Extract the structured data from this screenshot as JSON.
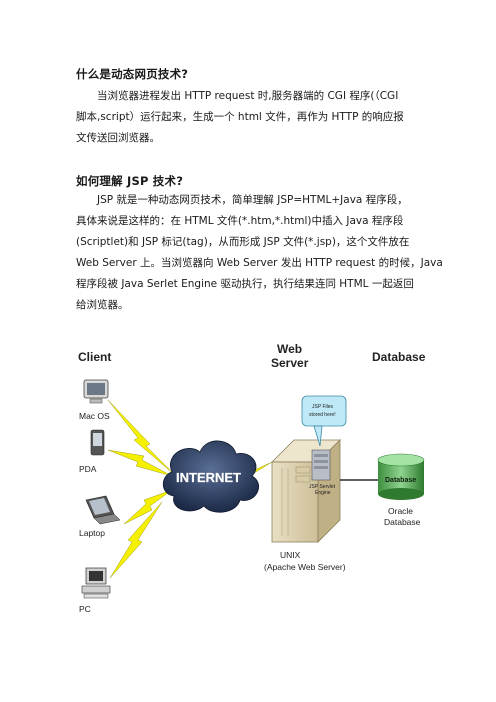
{
  "doc": {
    "heading1": "什么是动态网页技术?",
    "para1": [
      "当浏览器进程发出 HTTP request 时,服务器端的 CGI 程序(（CGI",
      "脚本,script）运行起来，生成一个 html 文件，再作为 HTTP 的响应报",
      "文传送回浏览器。"
    ],
    "heading2": "如何理解 JSP 技术?",
    "para2": [
      "JSP 就是一种动态网页技术，简单理解 JSP=HTML+Java 程序段，",
      "具体来说是这样的：在 HTML 文件(*.htm,*.html)中插入 Java 程序段",
      "(Scriptlet)和 JSP 标记(tag)，从而形成 JSP 文件(*.jsp)，这个文件放在",
      "Web Server 上。当浏览器向 Web Server 发出 HTTP request 的时候，Java",
      "程序段被 Java Serlet Engine 驱动执行，执行结果连同 HTML 一起返回",
      "给浏览器。"
    ]
  },
  "diagram": {
    "col_client": "Client",
    "col_server_1": "Web",
    "col_server_2": "Server",
    "col_database": "Database",
    "clients": [
      "Mac OS",
      "PDA",
      "Laptop",
      "PC"
    ],
    "internet": "INTERNET",
    "callout_1": "JSP Files",
    "callout_2": "stored here!",
    "engine_1": "JSP Servlet",
    "engine_2": "Engine",
    "db_cylinder": "Database",
    "db_name_1": "Oracle",
    "db_name_2": "Database",
    "server_os_1": "UNIX",
    "server_os_2": "(Apache Web Server)"
  }
}
